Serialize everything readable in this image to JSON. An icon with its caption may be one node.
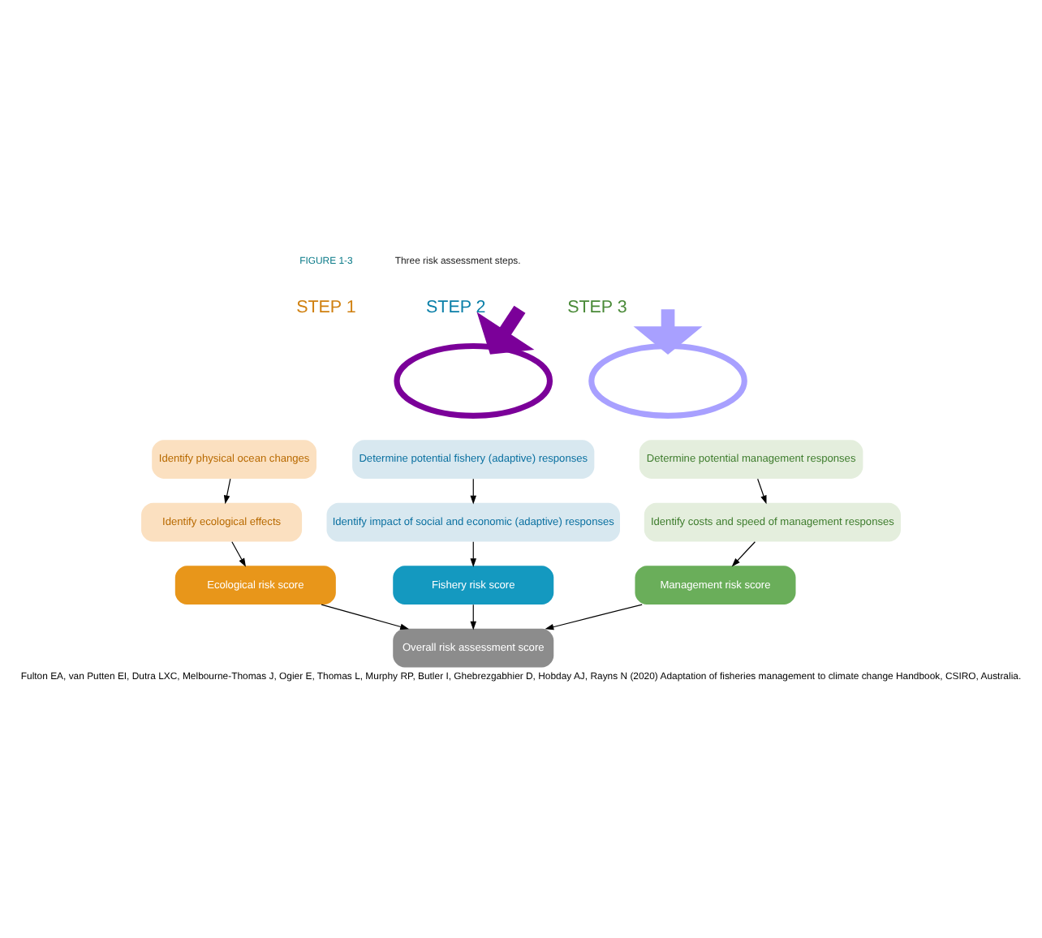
{
  "diagram": {
    "caption": "Fulton EA, van Putten EI, Dutra LXC, Melbourne-Thomas J, Ogier E, Thomas L, Murphy RP, Butler I, Ghebrezgabhier D, Hobday AJ, Rayns N (2020) Adaptation of fisheries management to climate change Handbook, CSIRO, Australia.",
    "nodes": [
      {
        "text": [
          "Identify physical ocean changes"
        ]
      },
      {
        "text": [
          "Identify ecological effects"
        ]
      },
      {
        "text": [
          "Ecological risk score"
        ]
      },
      {
        "text": [
          "Determine potential fishery (adaptive) responses"
        ]
      },
      {
        "text": [
          "Identify impact of social and economic (adaptive) responses"
        ]
      },
      {
        "text": [
          "Fishery risk score"
        ]
      },
      {
        "text": [
          "Determine potential management responses"
        ]
      },
      {
        "text": [
          "Identify costs and speed of management responses"
        ]
      },
      {
        "text": [
          "Management risk score"
        ]
      },
      {
        "text": [
          "Overall risk assessment score"
        ]
      },
      {
        "text": [],
        "shape": "circle"
      },
      {
        "text": [],
        "shape": "circle"
      }
    ],
    "edges": [
      {
        "from": 0,
        "to": 1,
        "arrow": "to"
      },
      {
        "from": 1,
        "to": 2,
        "arrow": "to"
      },
      {
        "from": 3,
        "to": 4,
        "arrow": "to"
      },
      {
        "from": 4,
        "to": 5,
        "arrow": "to"
      },
      {
        "from": 6,
        "to": 7,
        "arrow": "to"
      },
      {
        "from": 7,
        "to": 8,
        "arrow": "to"
      },
      {
        "from": 2,
        "to": 9,
        "arrow": "to"
      },
      {
        "from": 5,
        "to": 9,
        "arrow": "to"
      },
      {
        "from": 8,
        "to": 9,
        "arrow": "to"
      },
      {
        "from": null,
        "to": 10,
        "arrow": "to",
        "style": "thick",
        "color": "#7b0099"
      },
      {
        "from": null,
        "to": 11,
        "arrow": "to",
        "style": "thick",
        "color": "#a8a0ff"
      }
    ],
    "labels": [
      "FIGURE 1-3",
      "Three risk assessment steps.",
      "STEP 1",
      "STEP 2",
      "STEP 3"
    ]
  }
}
